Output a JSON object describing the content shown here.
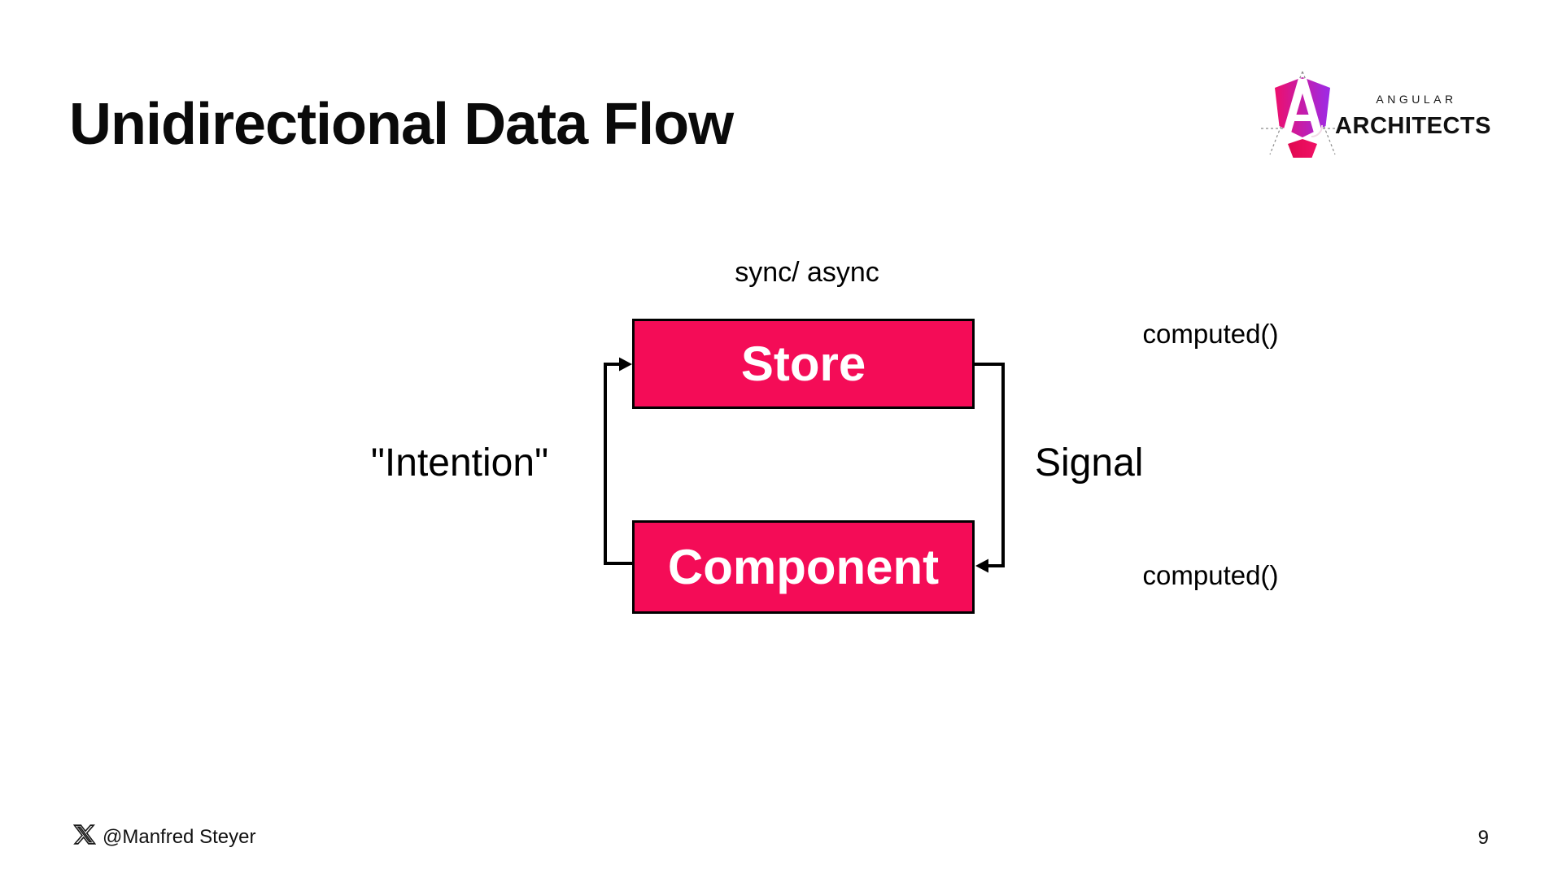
{
  "slide": {
    "title": "Unidirectional Data Flow",
    "footer_handle": "@Manfred Steyer",
    "page_number": "9"
  },
  "logo": {
    "brand_top": "ANGULAR",
    "brand_bottom": "ARCHITECTS",
    "icon": "angular-architects-shield-icon",
    "gradient_left": "#ED0F6C",
    "gradient_right": "#9C2BE8",
    "pentagon_color": "#E00850"
  },
  "diagram": {
    "top_label": "sync/ async",
    "store_label": "Store",
    "component_label": "Component",
    "left_label": "\"Intention\"",
    "right_label": "Signal",
    "computed_top_label": "computed()",
    "computed_bottom_label": "computed()",
    "colors": {
      "box_fill": "#F40C57",
      "box_border": "#000000",
      "arrow": "#000000",
      "text_on_box": "#FFFFFF"
    }
  },
  "icons": {
    "social": "x-social-logo-icon"
  }
}
